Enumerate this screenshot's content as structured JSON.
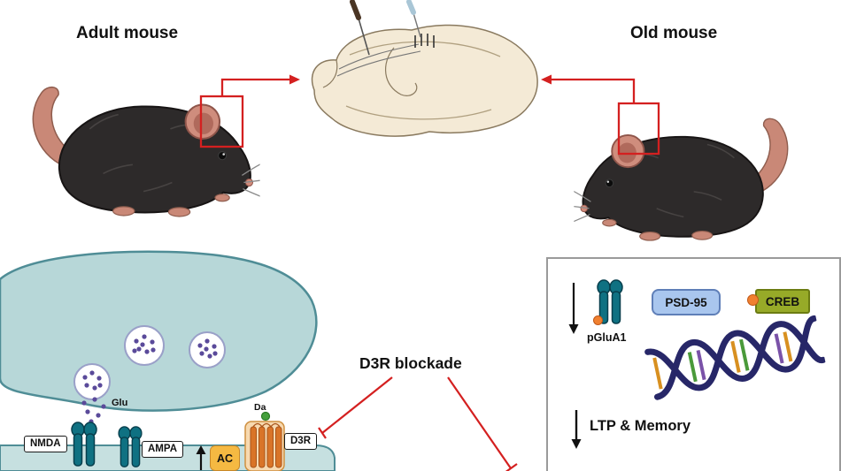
{
  "top": {
    "adult_mouse": "Adult mouse",
    "old_mouse": "Old mouse"
  },
  "synapse": {
    "glu": "Glu",
    "nmda": "NMDA",
    "ampa": "AMPA",
    "ac": "AC",
    "da": "Da",
    "d3r": "D3R",
    "blockade": "D3R blockade"
  },
  "signaling_panel": {
    "pglua1": "pGluA1",
    "psd95": "PSD-95",
    "creb": "CREB",
    "ltp_memory": "LTP & Memory"
  },
  "icons": {
    "decrease_arrow": "down-arrow",
    "increase_arrow": "up-arrow",
    "inhibition": "t-bar-blockade-line",
    "electrodes": [
      "dark-electrode",
      "blue-electrode"
    ]
  },
  "colors": {
    "arrow_red": "#d42020",
    "presynaptic_fill": "#b7d7d8",
    "membrane_fill": "#c6e0e0",
    "membrane_stroke": "#4f8d96",
    "receptor_teal": "#0f7182",
    "vesicle_dot_purple": "#5a4a9a",
    "ac_orange": "#f5b942",
    "d3r_bar_orange": "#d97428",
    "dopamine_green": "#44a03c",
    "phospho_orange": "#f08030",
    "psd95_blue": "#a9c6ee",
    "creb_green": "#97aa28",
    "dna_navy": "#272768",
    "brain_cream": "#f4ead6",
    "mouse_fur": "#2d2a2a",
    "mouse_pink": "#cf8d7d"
  }
}
